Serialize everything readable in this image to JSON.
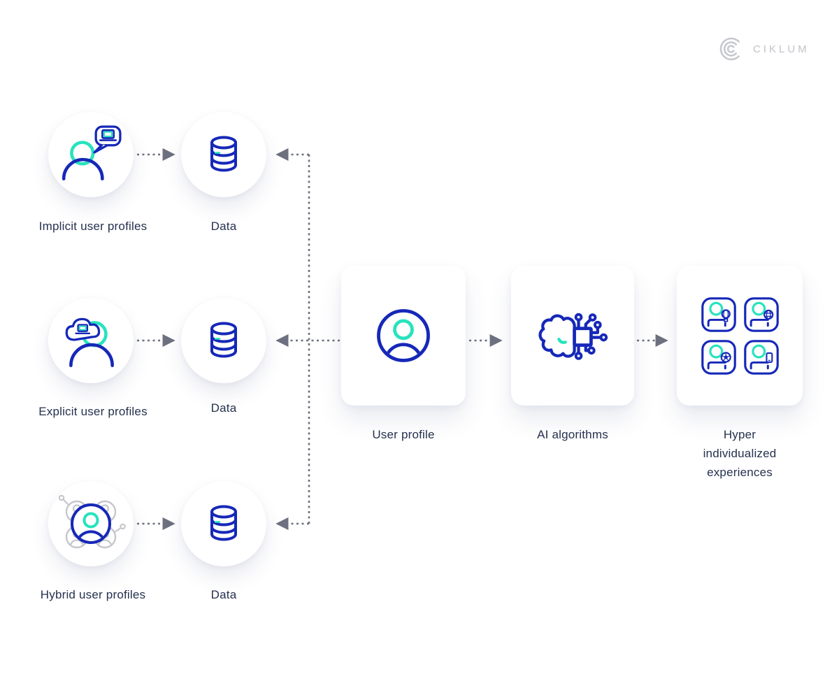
{
  "brand": {
    "logo_text": "CIKLUM",
    "logo_icon": "ciklum-arcs-icon"
  },
  "colors": {
    "blue": "#1628b8",
    "teal": "#27e3bd",
    "connector_gray": "#6d717f",
    "label_navy": "#25314f",
    "muted_gray": "#c6c7cc",
    "logo_gray": "#c2c3c9"
  },
  "diagram": {
    "rows": [
      {
        "source_label": "Implicit user profiles",
        "source_icon": "person-chat-laptop-icon",
        "target_label": "Data",
        "target_icon": "database-icon"
      },
      {
        "source_label": "Explicit user profiles",
        "source_icon": "person-cloud-laptop-icon",
        "target_label": "Data",
        "target_icon": "database-icon"
      },
      {
        "source_label": "Hybrid user profiles",
        "source_icon": "person-network-icon",
        "target_label": "Data",
        "target_icon": "database-icon"
      }
    ],
    "cards": [
      {
        "label": "User profile",
        "icon": "user-profile-icon"
      },
      {
        "label": "AI algorithms",
        "icon": "brain-chip-icon"
      },
      {
        "label": "Hyper individualized experiences",
        "icon": "experience-tiles-icon",
        "tiles": [
          "hot-air-balloon-icon",
          "globe-icon",
          "football-icon",
          "phone-icon"
        ]
      }
    ],
    "flow": [
      "implicit→data",
      "explicit→data",
      "hybrid→data",
      "data→user-profile (merged trunk)",
      "user-profile→ai-algorithms",
      "ai-algorithms→hyper-experiences"
    ]
  }
}
